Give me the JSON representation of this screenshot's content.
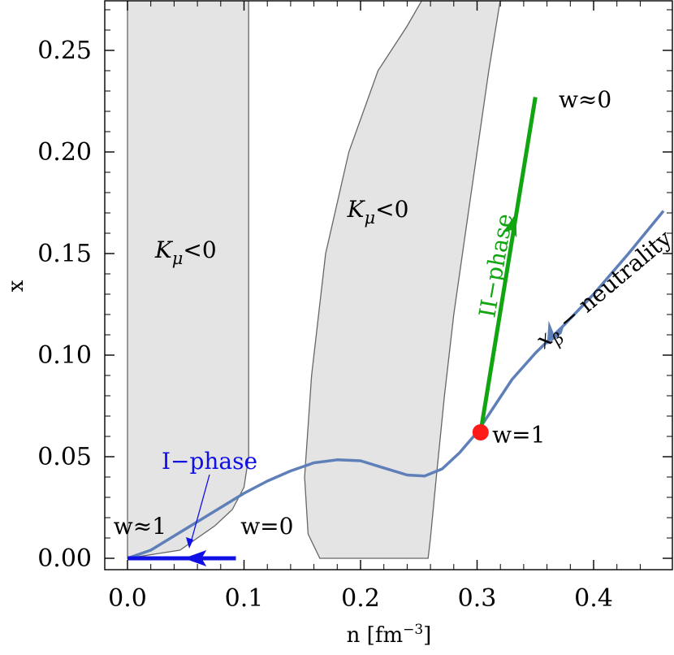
{
  "chart_data": {
    "type": "line",
    "xlabel": "n [fm",
    "xlabel_sup": "−3",
    "xlabel_close": "]",
    "ylabel": "x",
    "xlim": [
      -0.02,
      0.46
    ],
    "ylim": [
      -0.01,
      0.275
    ],
    "x_ticks": [
      {
        "value": 0.0,
        "label": "0.0"
      },
      {
        "value": 0.1,
        "label": "0.1"
      },
      {
        "value": 0.2,
        "label": "0.2"
      },
      {
        "value": 0.3,
        "label": "0.3"
      },
      {
        "value": 0.4,
        "label": "0.4"
      }
    ],
    "y_ticks": [
      {
        "value": 0.0,
        "label": "0.00"
      },
      {
        "value": 0.05,
        "label": "0.05"
      },
      {
        "value": 0.1,
        "label": "0.10"
      },
      {
        "value": 0.15,
        "label": "0.15"
      },
      {
        "value": 0.2,
        "label": "0.20"
      },
      {
        "value": 0.25,
        "label": "0.25"
      }
    ],
    "grid": false,
    "regions": [
      {
        "label_main": "K",
        "label_sub": "μ",
        "label_rest": "<0",
        "label_at": [
          0.05,
          0.148
        ],
        "boundary": [
          [
            0.0,
            0.0
          ],
          [
            0.0,
            0.275
          ],
          [
            0.104,
            0.275
          ],
          [
            0.104,
            0.05
          ],
          [
            0.1,
            0.035
          ],
          [
            0.09,
            0.024
          ],
          [
            0.075,
            0.016
          ],
          [
            0.06,
            0.01
          ],
          [
            0.045,
            0.004
          ],
          [
            0.0,
            0.0
          ]
        ]
      },
      {
        "label_main": "K",
        "label_sub": "μ",
        "label_rest": "<0",
        "label_at": [
          0.215,
          0.168
        ],
        "boundary": [
          [
            0.165,
            0.0
          ],
          [
            0.155,
            0.012
          ],
          [
            0.152,
            0.04
          ],
          [
            0.158,
            0.09
          ],
          [
            0.17,
            0.15
          ],
          [
            0.19,
            0.2
          ],
          [
            0.215,
            0.24
          ],
          [
            0.24,
            0.262
          ],
          [
            0.253,
            0.275
          ],
          [
            0.32,
            0.275
          ],
          [
            0.31,
            0.24
          ],
          [
            0.3,
            0.2
          ],
          [
            0.29,
            0.16
          ],
          [
            0.28,
            0.12
          ],
          [
            0.272,
            0.08
          ],
          [
            0.265,
            0.04
          ],
          [
            0.26,
            0.01
          ],
          [
            0.258,
            0.0
          ]
        ]
      }
    ],
    "series": [
      {
        "name": "x",
        "name_sub": "β",
        "name_rest": " − neutrality",
        "color": "#5f7fb8",
        "points": [
          [
            0.0,
            0.0
          ],
          [
            0.02,
            0.004
          ],
          [
            0.04,
            0.011
          ],
          [
            0.06,
            0.018
          ],
          [
            0.08,
            0.025
          ],
          [
            0.1,
            0.032
          ],
          [
            0.12,
            0.038
          ],
          [
            0.14,
            0.043
          ],
          [
            0.16,
            0.047
          ],
          [
            0.18,
            0.0485
          ],
          [
            0.2,
            0.048
          ],
          [
            0.22,
            0.0445
          ],
          [
            0.24,
            0.041
          ],
          [
            0.255,
            0.0405
          ],
          [
            0.27,
            0.044
          ],
          [
            0.285,
            0.052
          ],
          [
            0.3,
            0.062
          ],
          [
            0.315,
            0.075
          ],
          [
            0.33,
            0.088
          ],
          [
            0.35,
            0.101
          ],
          [
            0.375,
            0.115
          ],
          [
            0.4,
            0.13
          ],
          [
            0.43,
            0.15
          ],
          [
            0.46,
            0.171
          ]
        ]
      },
      {
        "name": "II−phase",
        "color": "#12a512",
        "points": [
          [
            0.303,
            0.062
          ],
          [
            0.35,
            0.227
          ]
        ]
      },
      {
        "name": "I−phase",
        "color": "#1010e6",
        "points": [
          [
            0.093,
            0.0
          ],
          [
            0.0,
            0.0
          ]
        ]
      }
    ],
    "markers": [
      {
        "name": "w=1",
        "x": 0.303,
        "y": 0.062,
        "color": "#ff1a1a"
      }
    ],
    "annotations": [
      {
        "text": "w≈0",
        "x": 0.37,
        "y": 0.222
      },
      {
        "text": "w=1",
        "x": 0.313,
        "y": 0.057
      },
      {
        "text": "w≈1",
        "x": -0.012,
        "y": 0.012
      },
      {
        "text": "w=0",
        "x": 0.097,
        "y": 0.012
      }
    ]
  }
}
